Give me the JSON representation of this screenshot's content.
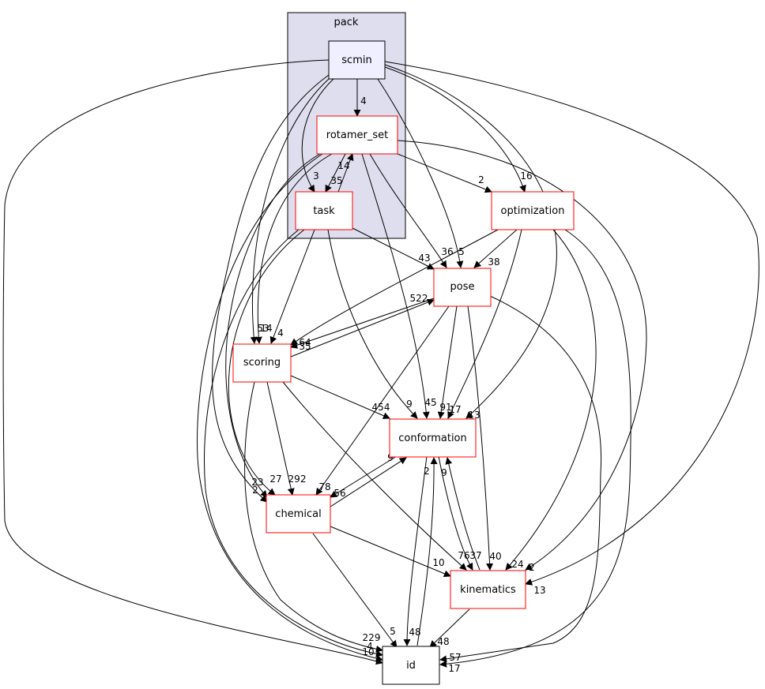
{
  "cluster": {
    "label": "pack"
  },
  "nodes": {
    "scmin": "scmin",
    "rotamer_set": "rotamer_set",
    "task": "task",
    "optimization": "optimization",
    "pose": "pose",
    "scoring": "scoring",
    "conformation": "conformation",
    "chemical": "chemical",
    "kinematics": "kinematics",
    "id": "id"
  },
  "edge_labels": {
    "scmin_rotamer_set": "4",
    "rotamer_set_task_14": "14",
    "rotamer_set_task_35": "35",
    "scmin_task": "3",
    "rotamer_set_optimization": "2",
    "scmin_optimization": "16",
    "task_pose": "43",
    "rotamer_set_pose": "36",
    "scmin_pose": "5",
    "optimization_pose": "38",
    "pose_scoring": "522",
    "scoring_a": "53",
    "scoring_b": "14",
    "scoring_c": "4",
    "scoring_d": "64",
    "scoring_e": "35",
    "scoring_conformation": "454",
    "task_conformation": "9",
    "rotamer_set_conformation": "45",
    "pose_conformation": "91",
    "optimization_conformation": "17",
    "scmin_conformation": "13",
    "conformation_chemical": "9",
    "chemical_a": "23",
    "chemical_b": "2",
    "chemical_c": "27",
    "chemical_d": "292",
    "chemical_e": "78",
    "chemical_f": "56",
    "conformation_id_a": "2",
    "conformation_id_b": "9",
    "chemical_kinematics": "10",
    "kinematics_a": "76",
    "kinematics_b": "37",
    "kinematics_c": "40",
    "kinematics_d": "24",
    "kinematics_e": "2",
    "kinematics_f": "13",
    "id_a": "229",
    "id_b": "4",
    "id_c": "10",
    "id_d": "5",
    "id_e": "48",
    "id_f": "48",
    "id_g": "57",
    "id_h": "17"
  }
}
